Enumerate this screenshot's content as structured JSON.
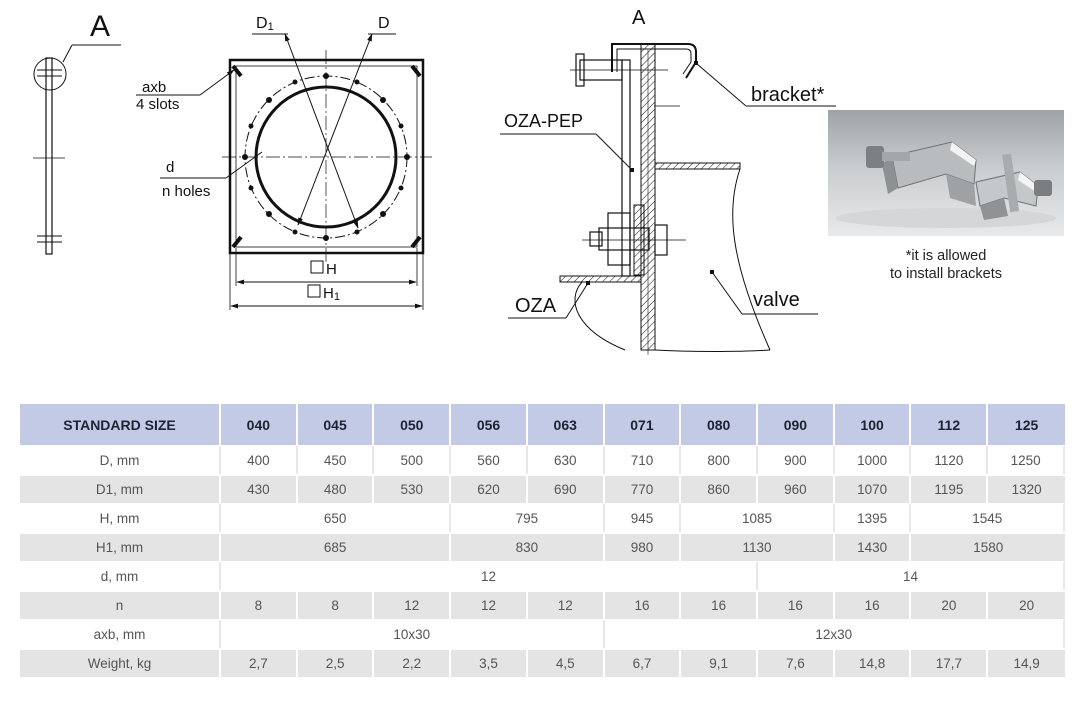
{
  "drawing": {
    "detail_mark": "A",
    "section_mark": "A",
    "labels": {
      "d1": "D",
      "d1_sub": "1",
      "d": "D",
      "slots_size": "axb",
      "slots_count": "4 slots",
      "hole_d": "d",
      "holes": "n holes",
      "h": "H",
      "h1": "H",
      "h1_sub": "1",
      "bracket": "bracket*",
      "oza_pep": "OZA-PEP",
      "oza": "OZA",
      "valve": "valve"
    }
  },
  "photo": {
    "note_line1": "*it is allowed",
    "note_line2": "to install brackets"
  },
  "table": {
    "header": [
      "STANDARD SIZE",
      "040",
      "045",
      "050",
      "056",
      "063",
      "071",
      "080",
      "090",
      "100",
      "112",
      "125"
    ],
    "rows": [
      {
        "label": "D, mm",
        "cells": [
          {
            "v": "400",
            "span": 1
          },
          {
            "v": "450",
            "span": 1
          },
          {
            "v": "500",
            "span": 1
          },
          {
            "v": "560",
            "span": 1
          },
          {
            "v": "630",
            "span": 1
          },
          {
            "v": "710",
            "span": 1
          },
          {
            "v": "800",
            "span": 1
          },
          {
            "v": "900",
            "span": 1
          },
          {
            "v": "1000",
            "span": 1
          },
          {
            "v": "1120",
            "span": 1
          },
          {
            "v": "1250",
            "span": 1
          }
        ]
      },
      {
        "label": "D1, mm",
        "cells": [
          {
            "v": "430",
            "span": 1
          },
          {
            "v": "480",
            "span": 1
          },
          {
            "v": "530",
            "span": 1
          },
          {
            "v": "620",
            "span": 1
          },
          {
            "v": "690",
            "span": 1
          },
          {
            "v": "770",
            "span": 1
          },
          {
            "v": "860",
            "span": 1
          },
          {
            "v": "960",
            "span": 1
          },
          {
            "v": "1070",
            "span": 1
          },
          {
            "v": "1195",
            "span": 1
          },
          {
            "v": "1320",
            "span": 1
          }
        ]
      },
      {
        "label": "H, mm",
        "cells": [
          {
            "v": "650",
            "span": 3
          },
          {
            "v": "795",
            "span": 2
          },
          {
            "v": "945",
            "span": 1
          },
          {
            "v": "1085",
            "span": 2
          },
          {
            "v": "1395",
            "span": 1
          },
          {
            "v": "1545",
            "span": 2
          }
        ]
      },
      {
        "label": "H1, mm",
        "cells": [
          {
            "v": "685",
            "span": 3
          },
          {
            "v": "830",
            "span": 2
          },
          {
            "v": "980",
            "span": 1
          },
          {
            "v": "1130",
            "span": 2
          },
          {
            "v": "1430",
            "span": 1
          },
          {
            "v": "1580",
            "span": 2
          }
        ]
      },
      {
        "label": "d, mm",
        "cells": [
          {
            "v": "12",
            "span": 7
          },
          {
            "v": "14",
            "span": 4
          }
        ]
      },
      {
        "label": "n",
        "cells": [
          {
            "v": "8",
            "span": 1
          },
          {
            "v": "8",
            "span": 1
          },
          {
            "v": "12",
            "span": 1
          },
          {
            "v": "12",
            "span": 1
          },
          {
            "v": "12",
            "span": 1
          },
          {
            "v": "16",
            "span": 1
          },
          {
            "v": "16",
            "span": 1
          },
          {
            "v": "16",
            "span": 1
          },
          {
            "v": "16",
            "span": 1
          },
          {
            "v": "20",
            "span": 1
          },
          {
            "v": "20",
            "span": 1
          }
        ]
      },
      {
        "label": "axb, mm",
        "cells": [
          {
            "v": "10x30",
            "span": 5
          },
          {
            "v": "12x30",
            "span": 6
          }
        ]
      },
      {
        "label": "Weight, kg",
        "cells": [
          {
            "v": "2,7",
            "span": 1
          },
          {
            "v": "2,5",
            "span": 1
          },
          {
            "v": "2,2",
            "span": 1
          },
          {
            "v": "3,5",
            "span": 1
          },
          {
            "v": "4,5",
            "span": 1
          },
          {
            "v": "6,7",
            "span": 1
          },
          {
            "v": "9,1",
            "span": 1
          },
          {
            "v": "7,6",
            "span": 1
          },
          {
            "v": "14,8",
            "span": 1
          },
          {
            "v": "17,7",
            "span": 1
          },
          {
            "v": "14,9",
            "span": 1
          }
        ]
      }
    ]
  }
}
